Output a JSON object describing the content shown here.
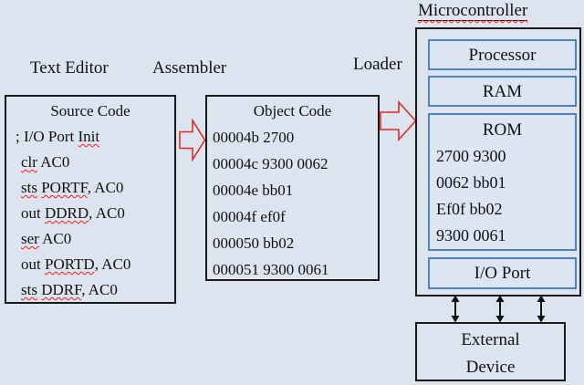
{
  "labels": {
    "text_editor": "Text Editor",
    "assembler": "Assembler",
    "loader": "Loader",
    "microcontroller": "Microcontroller"
  },
  "source_code": {
    "title": "Source Code",
    "lines": [
      {
        "segments": [
          {
            "text": "; I/O Port ",
            "misspelled": false
          },
          {
            "text": "Init",
            "misspelled": true
          }
        ]
      },
      {
        "segments": [
          {
            "text": "clr",
            "misspelled": true
          },
          {
            "text": " AC0",
            "misspelled": false
          }
        ]
      },
      {
        "segments": [
          {
            "text": "sts",
            "misspelled": true
          },
          {
            "text": " ",
            "misspelled": false
          },
          {
            "text": "PORTF",
            "misspelled": true
          },
          {
            "text": ", AC0",
            "misspelled": false
          }
        ]
      },
      {
        "segments": [
          {
            "text": "out ",
            "misspelled": false
          },
          {
            "text": "DDRD",
            "misspelled": true
          },
          {
            "text": ", AC0",
            "misspelled": false
          }
        ]
      },
      {
        "segments": [
          {
            "text": "ser",
            "misspelled": true
          },
          {
            "text": " AC0",
            "misspelled": false
          }
        ]
      },
      {
        "segments": [
          {
            "text": "out ",
            "misspelled": false
          },
          {
            "text": "PORTD",
            "misspelled": true
          },
          {
            "text": ", AC0",
            "misspelled": false
          }
        ]
      },
      {
        "segments": [
          {
            "text": "sts",
            "misspelled": true
          },
          {
            "text": " ",
            "misspelled": false
          },
          {
            "text": "DDRF",
            "misspelled": true
          },
          {
            "text": ", AC0",
            "misspelled": false
          }
        ]
      }
    ]
  },
  "object_code": {
    "title": "Object Code",
    "lines": [
      "00004b 2700",
      "00004c 9300 0062",
      "00004e bb01",
      "00004f ef0f",
      "000050 bb02",
      "000051 9300 0061"
    ]
  },
  "microcontroller": {
    "processor_label": "Processor",
    "ram_label": "RAM",
    "rom": {
      "title": "ROM",
      "lines": [
        "2700 9300",
        "0062 bb01",
        "Ef0f bb02",
        "9300 0061"
      ]
    },
    "io_port_label": "I/O Port"
  },
  "external_device": {
    "line1": "External",
    "line2": "Device"
  },
  "icons": {
    "assembler_arrow": "right-block-arrow",
    "loader_arrow": "right-block-arrow",
    "io_bus": "three-double-headed-arrows"
  },
  "colors": {
    "background": "#dce4ef",
    "outer_border": "#1a1a1a",
    "inner_border": "#4f81bd",
    "arrow_red": "#e02b20",
    "squiggle_red": "#ff1a1a",
    "text": "#111111"
  }
}
